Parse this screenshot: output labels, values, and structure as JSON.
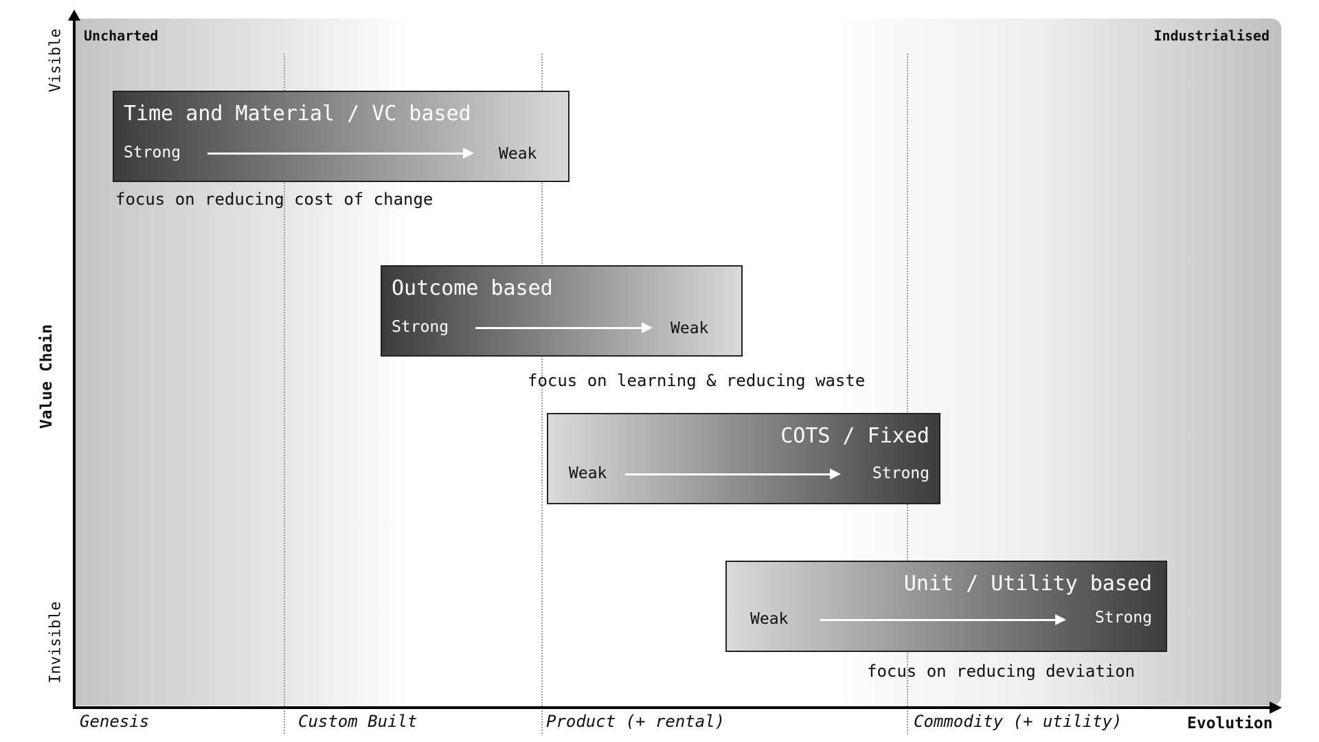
{
  "map": {
    "top_left_label": "Uncharted",
    "top_right_label": "Industrialised",
    "y_axis": {
      "top": "Visible",
      "middle": "Value Chain",
      "bottom": "Invisible"
    },
    "x_axis": {
      "stages": [
        "Genesis",
        "Custom Built",
        "Product (+ rental)",
        "Commodity (+ utility)"
      ],
      "label": "Evolution"
    }
  },
  "boxes": [
    {
      "title": "Time and Material / VC based",
      "from": "Strong",
      "to": "Weak",
      "focus": "focus on reducing cost of change"
    },
    {
      "title": "Outcome based",
      "from": "Strong",
      "to": "Weak",
      "focus": "focus on learning & reducing waste"
    },
    {
      "title": "COTS / Fixed",
      "from": "Weak",
      "to": "Strong",
      "focus": ""
    },
    {
      "title": "Unit / Utility based",
      "from": "Weak",
      "to": "Strong",
      "focus": "focus on reducing deviation"
    }
  ],
  "colors": {
    "axis": "#000000",
    "box_dark": "#3c3c3c",
    "box_light": "#dadada",
    "arrow": "#ffffff"
  }
}
